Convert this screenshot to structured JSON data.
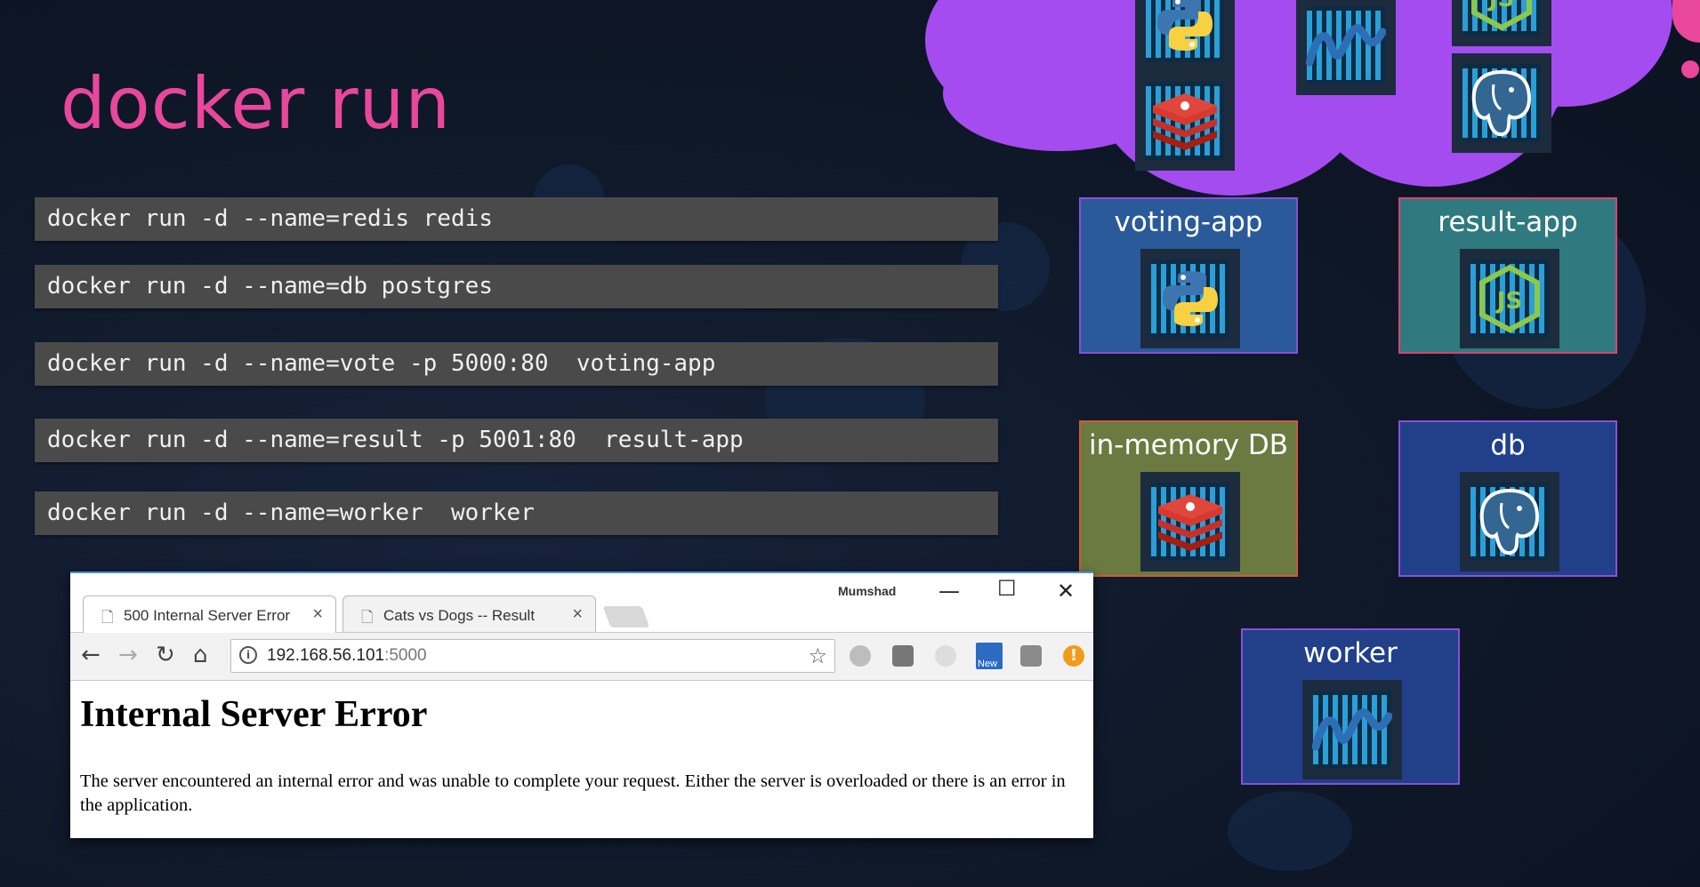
{
  "slide": {
    "title": "docker run"
  },
  "commands": [
    "docker run -d --name=redis redis",
    "docker run -d --name=db postgres",
    "docker run -d --name=vote -p 5000:80  voting-app",
    "docker run -d --name=result -p 5001:80  result-app",
    "docker run -d --name=worker  worker"
  ],
  "tiles": {
    "voting_app": "voting-app",
    "result_app": "result-app",
    "in_memory_db": "in-memory DB",
    "db": "db",
    "worker": "worker"
  },
  "cloud_icons": [
    "python-icon",
    "redis-icon",
    "dotnet-icon",
    "nodejs-icon",
    "postgres-icon"
  ],
  "browser": {
    "profile_name": "Mumshad",
    "tabs": [
      {
        "label": "500 Internal Server Error",
        "active": true
      },
      {
        "label": "Cats vs Dogs -- Result",
        "active": false
      }
    ],
    "address": {
      "host": "192.168.56.101",
      "port": ":5000"
    },
    "page": {
      "heading": "Internal Server Error",
      "body": "The server encountered an internal error and was unable to complete your request. Either the server is overloaded or there is an error in the application."
    },
    "new_badge": "New"
  },
  "colors": {
    "title": "#e8479c",
    "cloud": "#a44cf0",
    "voting_app_tile": "#2a5a99",
    "result_app_tile": "#2f7a7e",
    "in_memory_db_tile": "#6b7a40",
    "db_tile": "#223f8a",
    "worker_tile": "#223f8a"
  }
}
